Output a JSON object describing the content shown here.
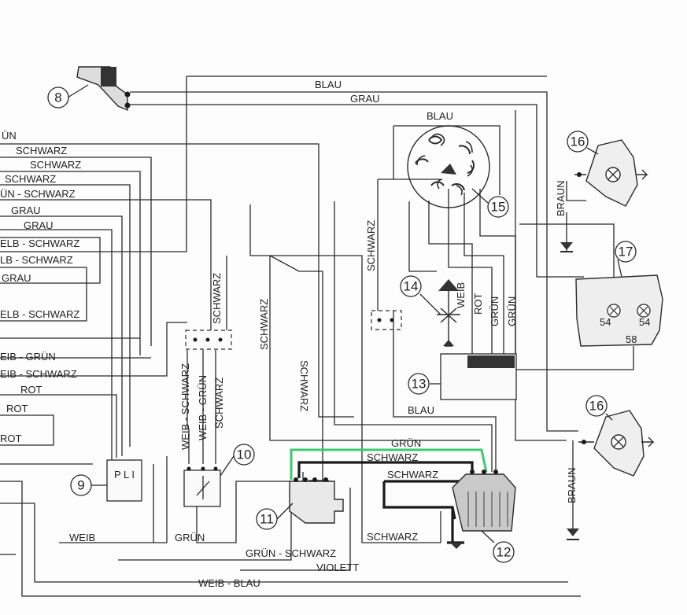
{
  "wire_labels": {
    "blau_top": "BLAU",
    "grau_top": "GRAU",
    "blau_stator": "BLAU",
    "gruen_l": "ÜN",
    "schwarz_l1": "SCHWARZ",
    "schwarz_l2": "SCHWARZ",
    "schwarz_l3": "SCHWARZ",
    "gruen_schwarz_l": "ÜN - SCHWARZ",
    "grau_l1": "GRAU",
    "grau_l2": "GRAU",
    "gelb_schwarz_l1": "ELB - SCHWARZ",
    "gelb_schwarz_l2": "LB - SCHWARZ",
    "grau_l3": "GRAU",
    "gelb_schwarz_l3": "ELB - SCHWARZ",
    "weiss_gruen_l": "EIB - GRÜN",
    "weiss_schwarz_l": "EIB - SCHWARZ",
    "rot_l1": "ROT",
    "rot_l2": "ROT",
    "rot_l3": "ROT",
    "schwarz_v1": "SCHWARZ",
    "schwarz_v2": "SCHWARZ",
    "schwarz_v3": "SCHWARZ",
    "schwarz_v4": "SCHWARZ",
    "schwarz_v5": "SCHWARZ",
    "weiss_schwarz_v": "WEIB - SCHWARZ",
    "weiss_gruen_v": "WEIB - GRÜN",
    "weiss_v": "WEIB",
    "rot_v": "ROT",
    "gruen_v1": "GRÜN",
    "gruen_v2": "GRÜN",
    "braun_v1": "BRAUN",
    "braun_v2": "BRAUN",
    "blau_13": "BLAU",
    "gruen_mid": "GRÜN",
    "schwarz_reg1": "SCHWARZ",
    "schwarz_reg2": "SCHWARZ",
    "schwarz_reg3": "SCHWARZ",
    "weib_bottom": "WEIB",
    "gruen_bottom": "GRÜN",
    "gruen_schwarz_bottom": "GRÜN - SCHWARZ",
    "violett": "VIOLETT",
    "weib_blau": "WEIB - BLAU"
  },
  "component_numbers": [
    "8",
    "9",
    "10",
    "11",
    "12",
    "13",
    "14",
    "15",
    "16",
    "16",
    "17"
  ],
  "component_text": {
    "c9_pins": "P L I",
    "c17_pin_a": "54",
    "c17_pin_b": "54",
    "c17_pin_c": "58"
  },
  "colors": {
    "ink": "#2a2a2a",
    "highlight_wire": "#3fc96f"
  }
}
